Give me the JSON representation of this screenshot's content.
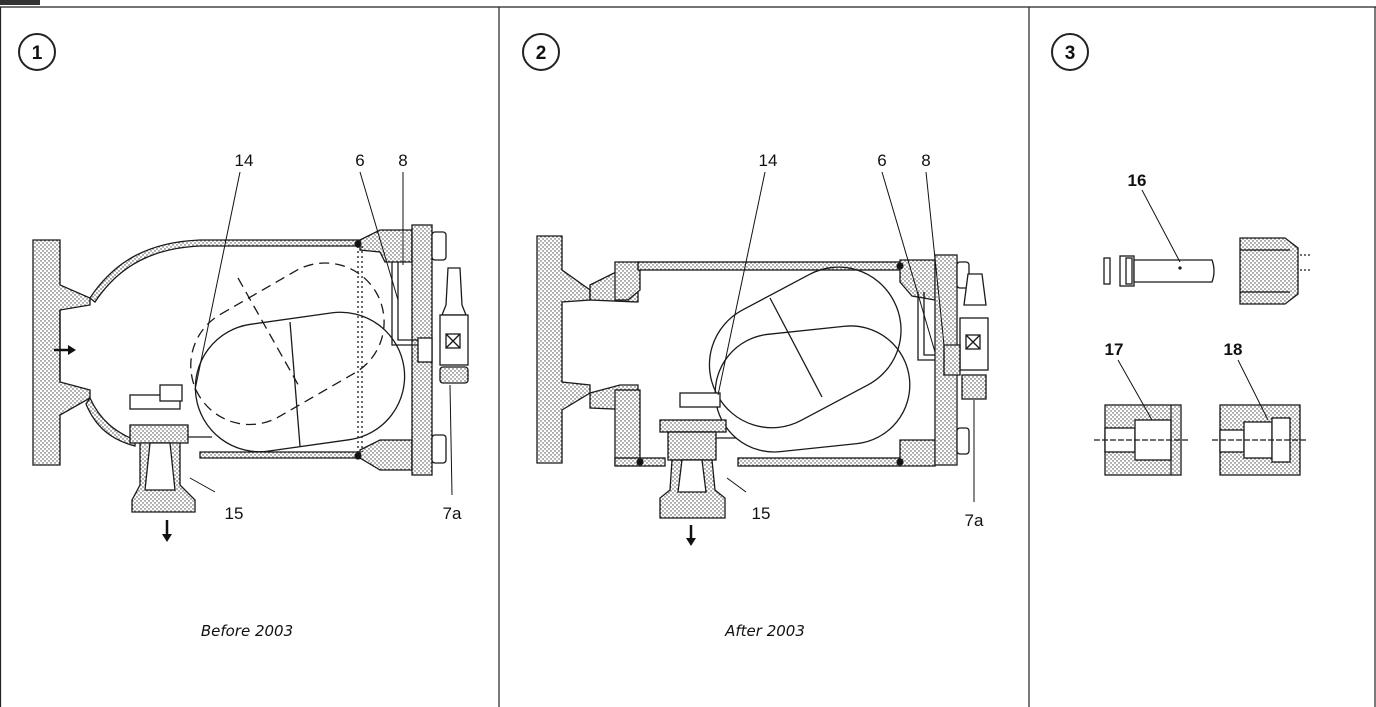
{
  "panels": [
    {
      "number": "1",
      "caption": "Before 2003",
      "labels": {
        "a": "14",
        "b": "6",
        "c": "8",
        "d": "15",
        "e": "7a"
      }
    },
    {
      "number": "2",
      "caption": "After 2003",
      "labels": {
        "a": "14",
        "b": "6",
        "c": "8",
        "d": "15",
        "e": "7a"
      }
    },
    {
      "number": "3",
      "caption": "",
      "labels": {
        "a": "16",
        "b": "17",
        "c": "18"
      }
    }
  ],
  "colors": {
    "line": "#1a1a1a",
    "hatch": "#d6d6d6",
    "frame": "#222222"
  }
}
